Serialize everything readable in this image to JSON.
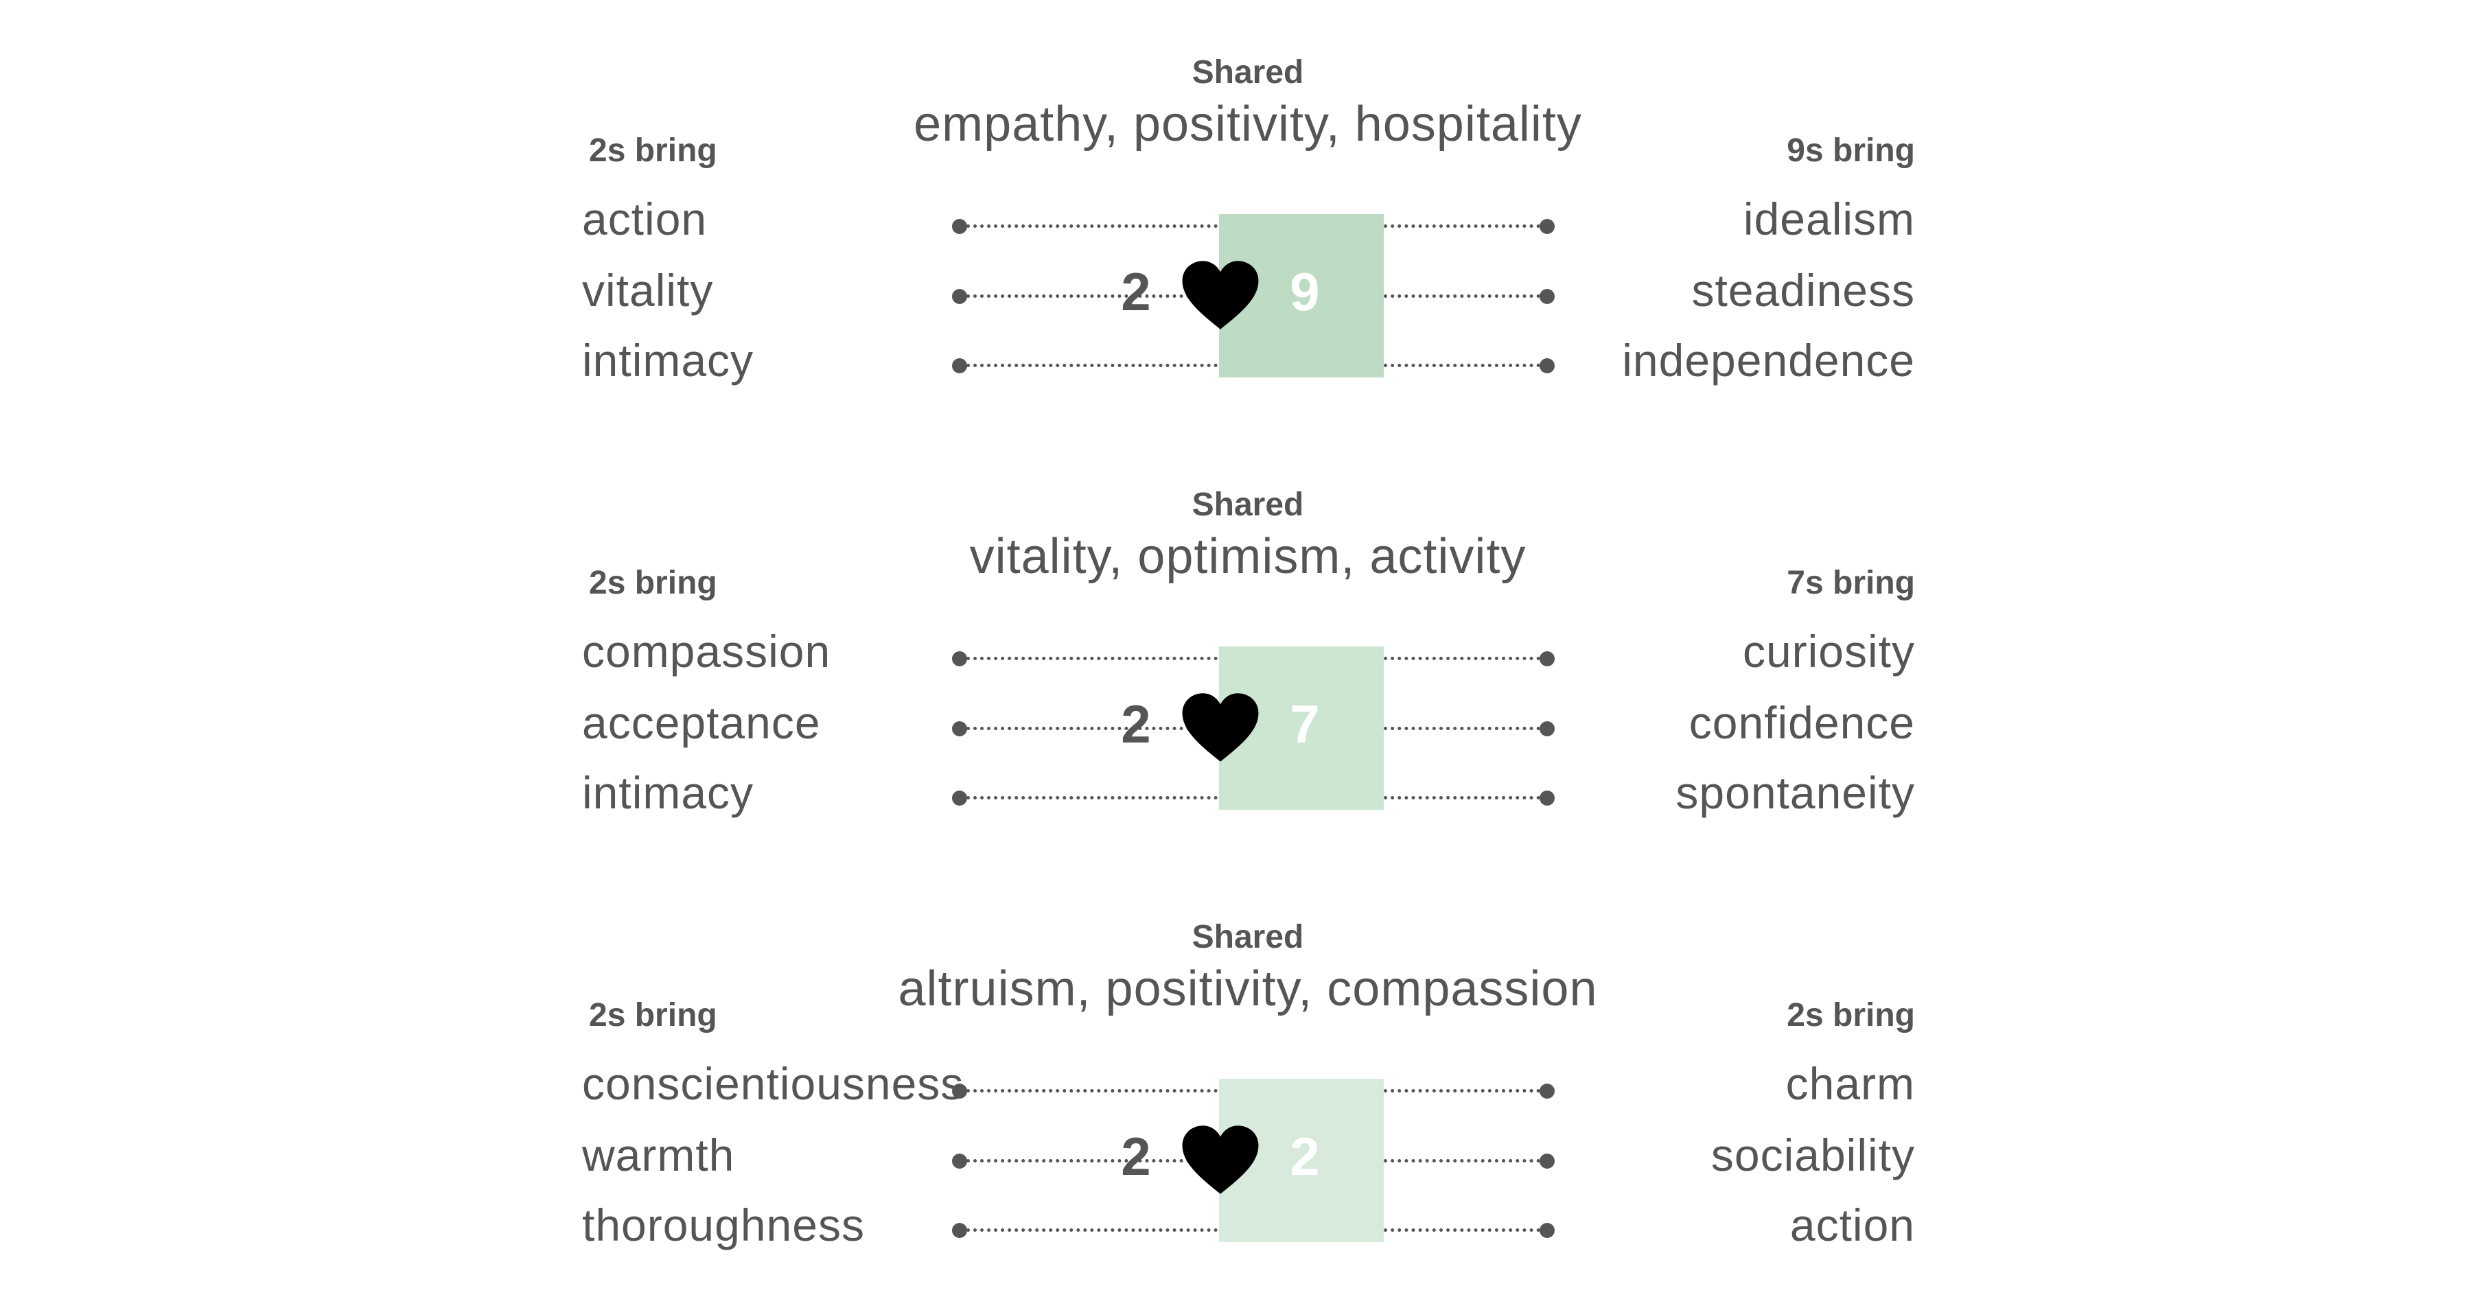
{
  "shared_label": "Shared",
  "pairings": [
    {
      "shared": "empathy, positivity, hospitality",
      "left_type": "2",
      "right_type": "9",
      "left_header": "2s bring",
      "right_header": "9s bring",
      "left_traits": [
        "action",
        "vitality",
        "intimacy"
      ],
      "right_traits": [
        "idealism",
        "steadiness",
        "independence"
      ],
      "box_color": "#bedcc4"
    },
    {
      "shared": "vitality, optimism, activity",
      "left_type": "2",
      "right_type": "7",
      "left_header": "2s bring",
      "right_header": "7s bring",
      "left_traits": [
        "compassion",
        "acceptance",
        "intimacy"
      ],
      "right_traits": [
        "curiosity",
        "confidence",
        "spontaneity"
      ],
      "box_color": "#cde6d2"
    },
    {
      "shared": "altruism, positivity, compassion",
      "left_type": "2",
      "right_type": "2",
      "left_header": "2s bring",
      "right_header": "2s bring",
      "left_traits": [
        "conscientiousness",
        "warmth",
        "thoroughness"
      ],
      "right_traits": [
        "charm",
        "sociability",
        "action"
      ],
      "box_color": "#d8eadc"
    }
  ],
  "icons": {
    "heart": "heart-icon",
    "dot": "dot-marker"
  },
  "colors": {
    "text": "#555555",
    "heart": "#000000",
    "number_on_box": "#ffffff"
  }
}
